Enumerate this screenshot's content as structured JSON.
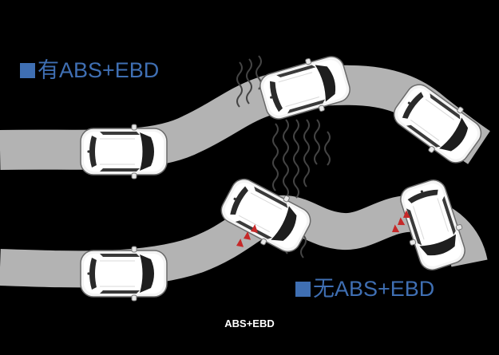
{
  "legend": {
    "with_label": "有ABS+EBD",
    "without_label": "无ABS+EBD",
    "marker_color": "#3f6fb3"
  },
  "caption": "ABS+EBD",
  "colors": {
    "background": "#000000",
    "road": "#b3b3b3",
    "car_body": "#ffffff",
    "car_glass": "#1e1e1e",
    "skid_chevron": "#c62828",
    "vibration_lines": "#444444"
  },
  "icons": [
    "car-top-view-icon",
    "skid-chevron-icon",
    "vibration-wave-icon"
  ]
}
